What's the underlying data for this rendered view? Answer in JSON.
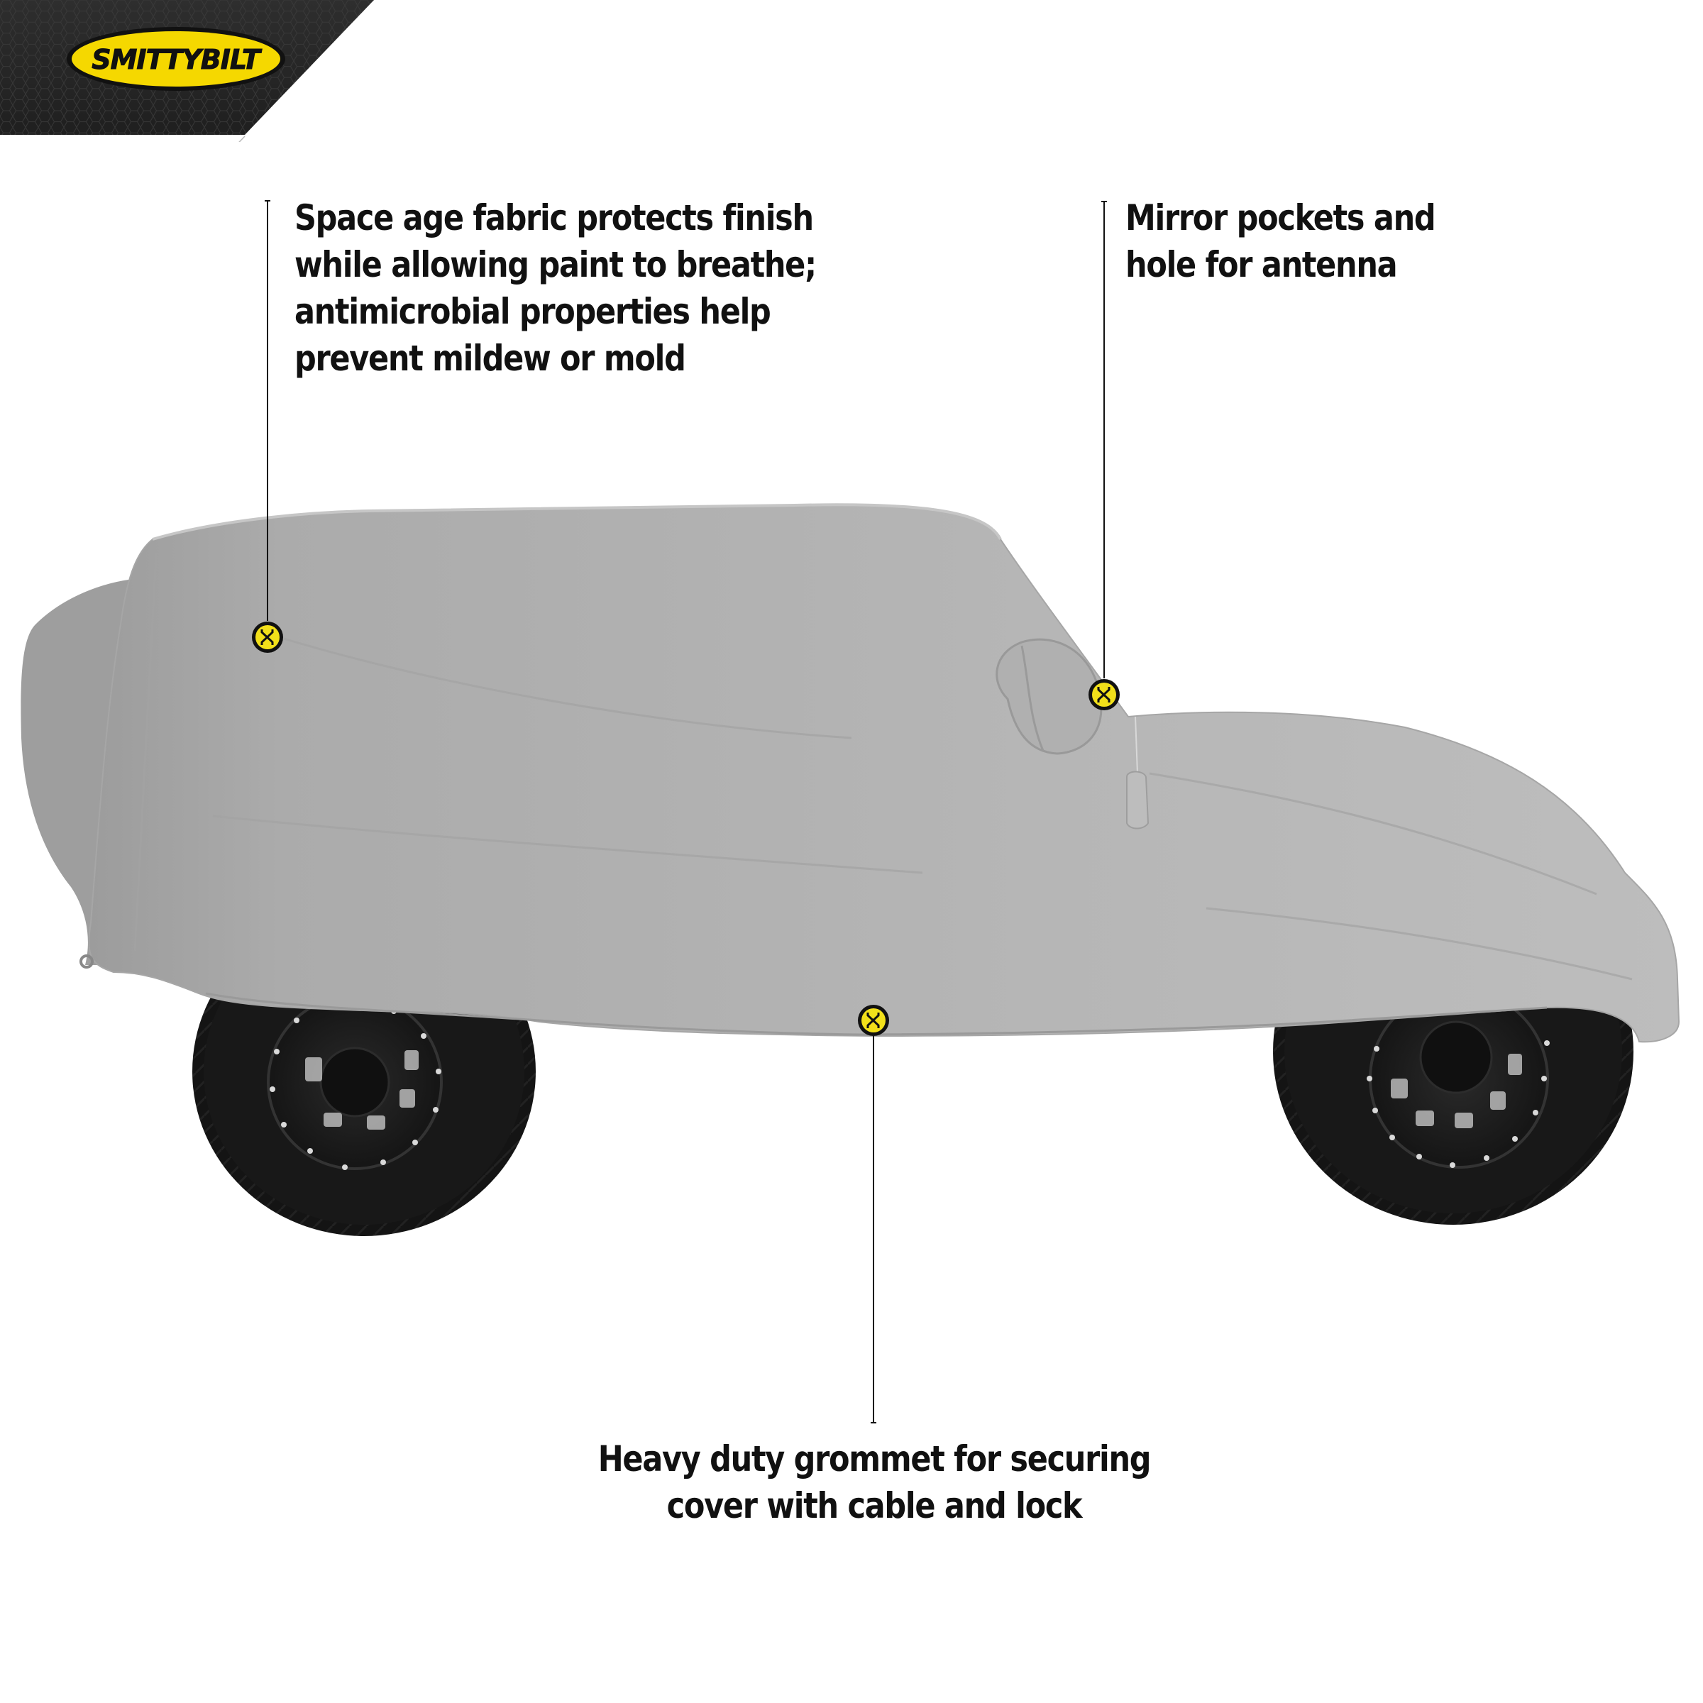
{
  "brand": {
    "logo_text": "SMITTYBILT",
    "banner_color": "#2a2a2a",
    "logo_fill": "#f5d800",
    "logo_outline": "#111111"
  },
  "product": {
    "subject": "Vehicle cover on SUV (side view)",
    "cover_color": "#b3b3b3",
    "marker_color": "#f2e01a"
  },
  "callouts": [
    {
      "id": "fabric",
      "lines": [
        "Space age fabric protects finish",
        "while allowing paint to breathe;",
        "antimicrobial properties help",
        "prevent mildew or mold"
      ],
      "marker_icon": "grommet-marker-icon"
    },
    {
      "id": "mirror",
      "lines": [
        "Mirror pockets and",
        "hole for antenna"
      ],
      "marker_icon": "grommet-marker-icon"
    },
    {
      "id": "grommet",
      "lines": [
        "Heavy duty grommet for securing",
        "cover with cable and lock"
      ],
      "marker_icon": "grommet-marker-icon"
    }
  ]
}
